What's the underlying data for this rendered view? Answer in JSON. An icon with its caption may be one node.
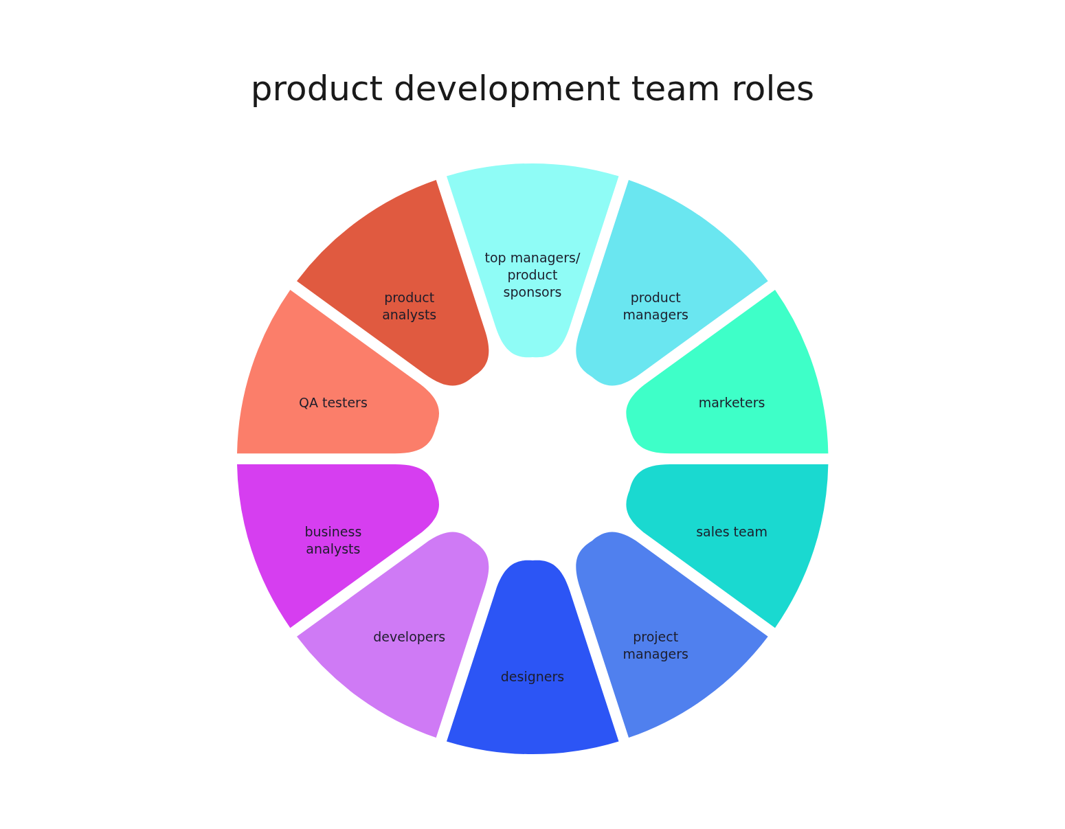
{
  "diagram": {
    "title": "product development team roles",
    "nodes": [
      {
        "text": [
          "top managers/ product sponsors"
        ]
      },
      {
        "text": [
          "product managers"
        ]
      },
      {
        "text": [
          "marketers"
        ]
      },
      {
        "text": [
          "sales team"
        ]
      },
      {
        "text": [
          "project managers"
        ]
      },
      {
        "text": [
          "designers"
        ]
      },
      {
        "text": [
          "developers"
        ]
      },
      {
        "text": [
          "business analysts"
        ]
      },
      {
        "text": [
          "QA testers"
        ]
      },
      {
        "text": [
          "product analysts"
        ]
      }
    ]
  }
}
